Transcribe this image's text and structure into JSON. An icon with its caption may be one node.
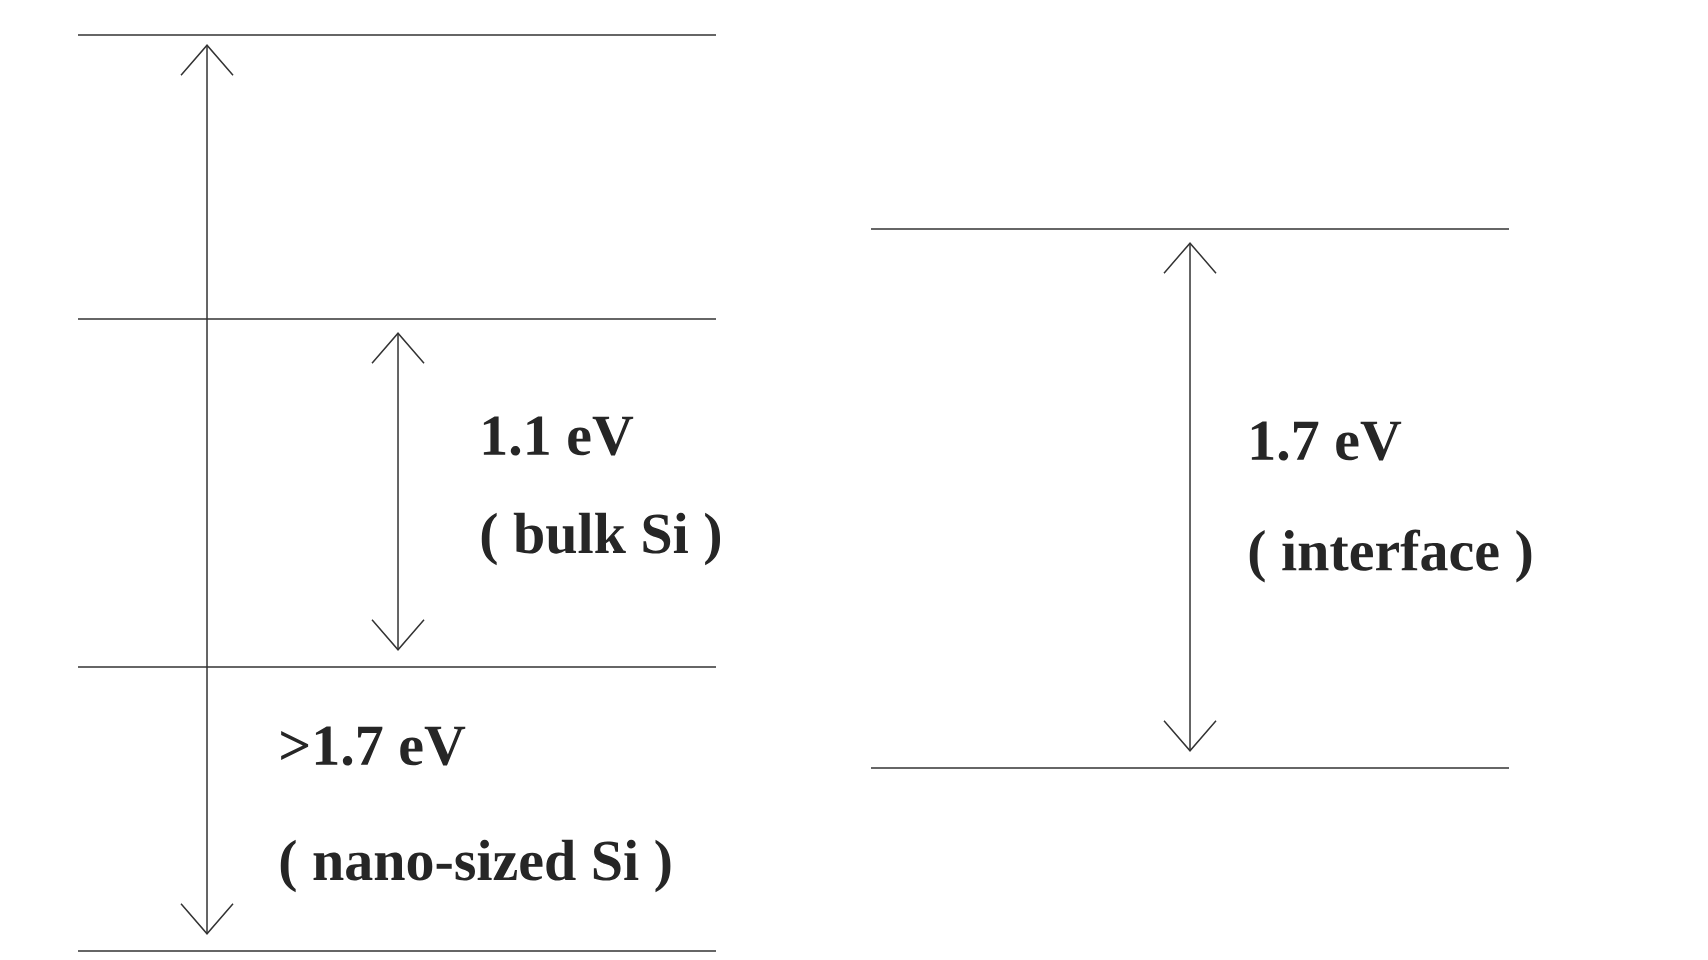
{
  "diagram": {
    "labels": [
      "1.1 eV",
      "( bulk Si )",
      ">1.7 eV",
      "( nano-sized Si )",
      "1.7 eV",
      "( interface )"
    ]
  }
}
